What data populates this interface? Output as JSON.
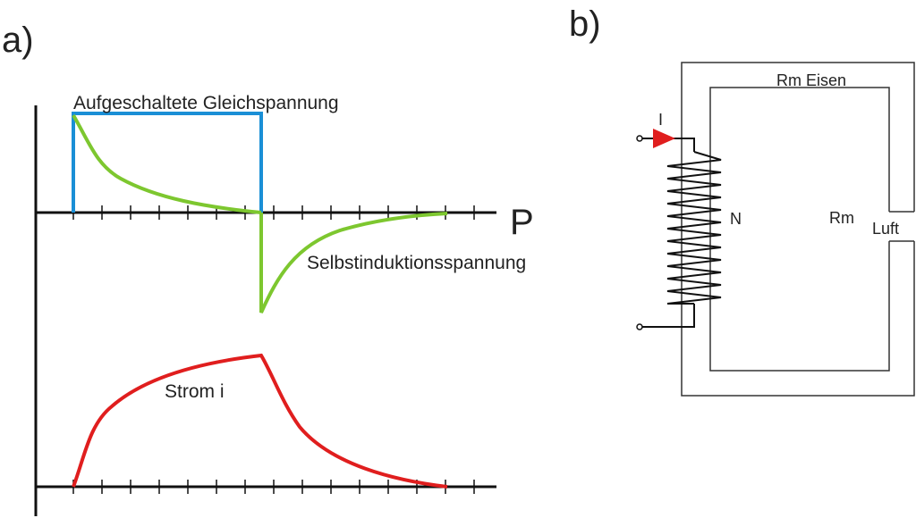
{
  "panel_a": {
    "label": "a)",
    "axis_label": "P",
    "curve_labels": {
      "applied_dc_voltage": "Aufgeschaltete Gleichspannung",
      "self_induction_voltage": "Selbstinduktionsspannung",
      "current": "Strom i"
    },
    "colors": {
      "applied_dc_voltage": "#1a8fd6",
      "self_induction_voltage": "#7dc72f",
      "current": "#e01e1e",
      "axis": "#111111"
    }
  },
  "panel_b": {
    "label": "b)",
    "current_label": "I",
    "coil_label": "N",
    "core_iron_label": "Rm Eisen",
    "gap_rm_label": "Rm",
    "gap_air_label": "Luft",
    "colors": {
      "current_arrow": "#e01e1e",
      "core": "#333333",
      "coil": "#111111"
    }
  }
}
